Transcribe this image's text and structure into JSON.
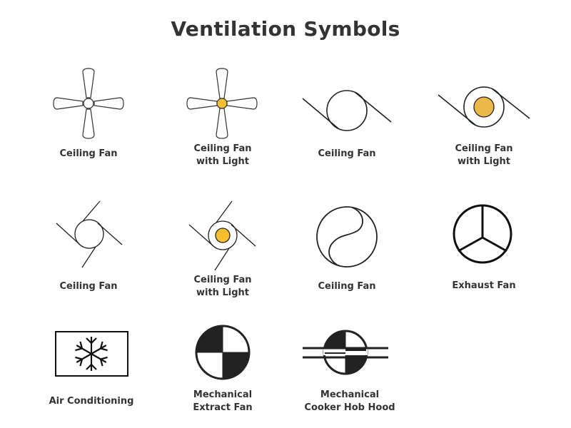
{
  "title": "Ventilation Symbols",
  "colors": {
    "stroke": "#222222",
    "light_fill": "#F5C030",
    "light_fill_alt": "#EDB84A",
    "text": "#333333",
    "background": "#FFFFFF"
  },
  "symbols": [
    {
      "id": "ceiling-fan-blades",
      "icon": "four-blade-fan-icon",
      "label_line1": "Ceiling Fan",
      "label_line2": ""
    },
    {
      "id": "ceiling-fan-blades-light",
      "icon": "four-blade-fan-light-icon",
      "label_line1": "Ceiling Fan",
      "label_line2": "with Light"
    },
    {
      "id": "ceiling-fan-circle-tangent",
      "icon": "circle-two-tangents-icon",
      "label_line1": "Ceiling Fan",
      "label_line2": ""
    },
    {
      "id": "ceiling-fan-circle-tangent-light",
      "icon": "circle-two-tangents-light-icon",
      "label_line1": "Ceiling Fan",
      "label_line2": "with Light"
    },
    {
      "id": "ceiling-fan-four-tangent",
      "icon": "circle-four-tangents-icon",
      "label_line1": "Ceiling Fan",
      "label_line2": ""
    },
    {
      "id": "ceiling-fan-four-tangent-light",
      "icon": "circle-four-tangents-light-icon",
      "label_line1": "Ceiling Fan",
      "label_line2": "with Light"
    },
    {
      "id": "ceiling-fan-yin-yang",
      "icon": "yin-yang-fan-icon",
      "label_line1": "Ceiling Fan",
      "label_line2": ""
    },
    {
      "id": "exhaust-fan",
      "icon": "exhaust-fan-icon",
      "label_line1": "Exhaust Fan",
      "label_line2": ""
    },
    {
      "id": "air-conditioning",
      "icon": "snowflake-box-icon",
      "label_line1": "Air Conditioning",
      "label_line2": ""
    },
    {
      "id": "mechanical-extract-fan",
      "icon": "quartered-circle-icon",
      "label_line1": "Mechanical",
      "label_line2": "Extract Fan"
    },
    {
      "id": "mechanical-cooker-hob-hood",
      "icon": "quartered-circle-rails-icon",
      "label_line1": "Mechanical",
      "label_line2": "Cooker Hob Hood"
    }
  ]
}
